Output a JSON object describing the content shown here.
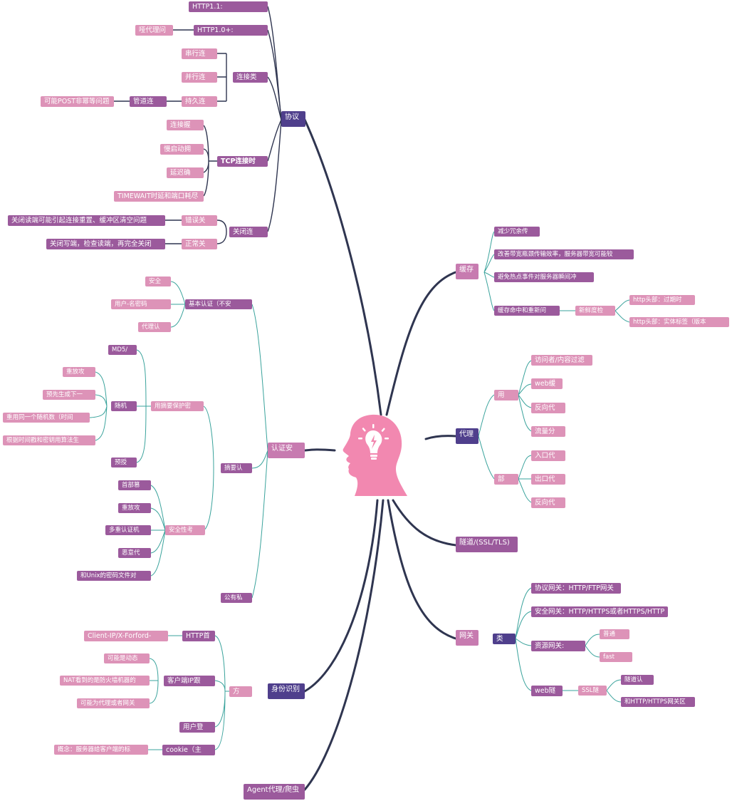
{
  "center": {
    "icon": "head-lightbulb-icon"
  },
  "branches": {
    "protocol": {
      "label": "协议",
      "http11": "HTTP1.1:",
      "http10": "HTTP1.0+:",
      "proxy_leak": "哑代理问",
      "conn_types": {
        "label": "连接类",
        "serial": "串行连",
        "parallel": "并行连",
        "persistent": "持久连",
        "pipeline": "管道连",
        "pipeline_note": "可能POST非幂等问题"
      },
      "tcp_delay": {
        "label": "TCP连接时",
        "handshake": "连接握",
        "slow_start": "慢启动拥",
        "delayed_ack": "延迟确",
        "time_wait": "TIMEWAIT时延和端口耗尽"
      },
      "close": {
        "label": "关闭连",
        "error_close": "错误关",
        "error_note": "关闭读端可能引起连接重置、缓冲区清空问题",
        "normal_close": "正常关",
        "normal_note": "关闭写端，检查读端，再完全关闭"
      }
    },
    "cache": {
      "label": "缓存",
      "items": [
        "减少冗余传",
        "改善带宽瓶颈传输效率，服务器带宽可能较",
        "避免热点事件对服务器瞬间冲",
        "缓存命中和重新问"
      ],
      "freshness": "新鲜度检",
      "http_expire": "http头部：过期时",
      "http_etag": "http头部：实体标签（版本"
    },
    "proxy": {
      "label": "代理",
      "use": {
        "label": "用",
        "items": [
          "访问者/内容过滤",
          "web缓",
          "反向代",
          "流量分"
        ]
      },
      "deploy": {
        "label": "部",
        "items": [
          "入口代",
          "出口代",
          "反向代"
        ]
      }
    },
    "tunnel": {
      "label": "隧道/(SSL/TLS)"
    },
    "gateway": {
      "label": "网关",
      "types_label": "类",
      "protocol_gw": "协议网关：HTTP/FTP网关",
      "security_gw": "安全网关：HTTP/HTTPS或者HTTPS/HTTP",
      "resource_gw": "资源网关:",
      "normal": "普通",
      "fast": "fast",
      "web_tunnel": "web隧",
      "ssl": "SSL隧",
      "ssl_note1": "隧道认",
      "ssl_note2": "和HTTP/HTTPS网关区"
    },
    "auth": {
      "label": "认证安",
      "basic": {
        "label": "基本认证（不安",
        "items": [
          "安全",
          "用户-名密码",
          "代理认"
        ]
      },
      "digest": {
        "label": "摘要认",
        "protect": "用摘要保护密",
        "md5": "MD5/",
        "nonce": "随机",
        "nonce_items": [
          "重放攻",
          "预先生成下一",
          "重用同一个随机数（时间",
          "根据时间戳和密钥用算法生"
        ],
        "preauth": "预授",
        "security_label": "安全性考",
        "security_items": [
          "首部篡",
          "重放攻",
          "多重认证机",
          "恶意代",
          "和Unix的密码文件对"
        ]
      },
      "public_key": "公有私"
    },
    "identity": {
      "label": "身份识别",
      "methods_label": "方",
      "http_header": "HTTP首",
      "header_note": "Client-IP/X-Forford-",
      "client_ip": "客户端IP跟",
      "client_ip_items": [
        "可能是动态",
        "NAT看到的是防火墙机器的",
        "可能为代理或者网关"
      ],
      "login": "用户登",
      "cookie": "cookie（主",
      "cookie_note": "概念：服务器给客户端的标"
    },
    "agent": {
      "label": "Agent代理/爬虫"
    }
  }
}
